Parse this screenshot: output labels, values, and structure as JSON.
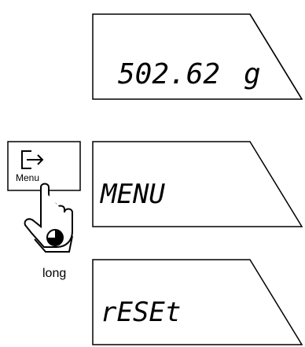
{
  "displays": [
    {
      "readout": "502.62",
      "unit": "g"
    },
    {
      "readout": "MENU",
      "unit": ""
    },
    {
      "readout": "rESEt",
      "unit": ""
    }
  ],
  "menu_key": {
    "label": "Menu",
    "icon": "arrow-into-box-icon"
  },
  "press": {
    "label": "long",
    "icon": "pointing-hand-icon"
  }
}
